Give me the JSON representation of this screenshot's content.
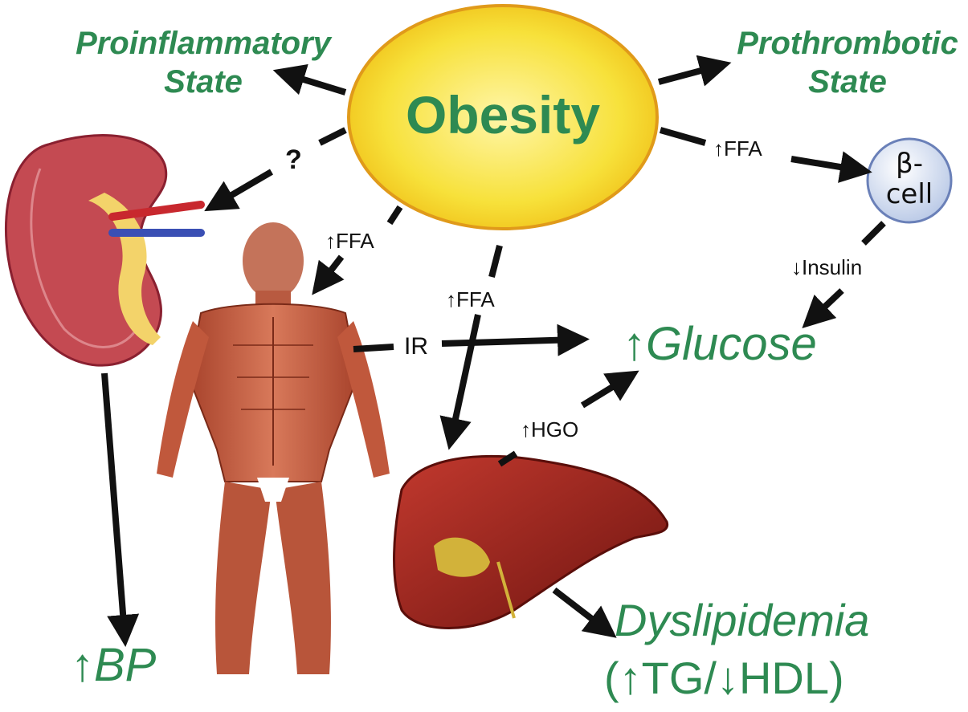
{
  "colors": {
    "label_green": "#2e8a52",
    "obesity_fill": "#f7e13a",
    "obesity_stroke": "#e09a1a",
    "arrow": "#111111",
    "muscle": "#c4563a",
    "kidney": "#b8323a",
    "liver": "#8e1e1a",
    "beta_cell": "#dbe4f4"
  },
  "nodes": {
    "obesity": "Obesity",
    "beta_cell_line1": "β-",
    "beta_cell_line2": "cell",
    "proinflammatory_line1": "Proinflammatory",
    "proinflammatory_line2": "State",
    "prothrombotic_line1": "Prothrombotic",
    "prothrombotic_line2": "State",
    "glucose": "↑Glucose",
    "bp_arrow": "↑",
    "bp": "BP",
    "dyslipidemia": "Dyslipidemia",
    "lipids": "(↑TG/↓HDL)"
  },
  "edge_labels": {
    "question": "?",
    "ffa_right": "↑FFA",
    "ffa_body": "↑FFA",
    "ffa_liver": "↑FFA",
    "insulin": "↓Insulin",
    "ir": "IR",
    "hgo": "↑HGO"
  },
  "illustrations": [
    "kidney",
    "human-musculature",
    "liver"
  ]
}
